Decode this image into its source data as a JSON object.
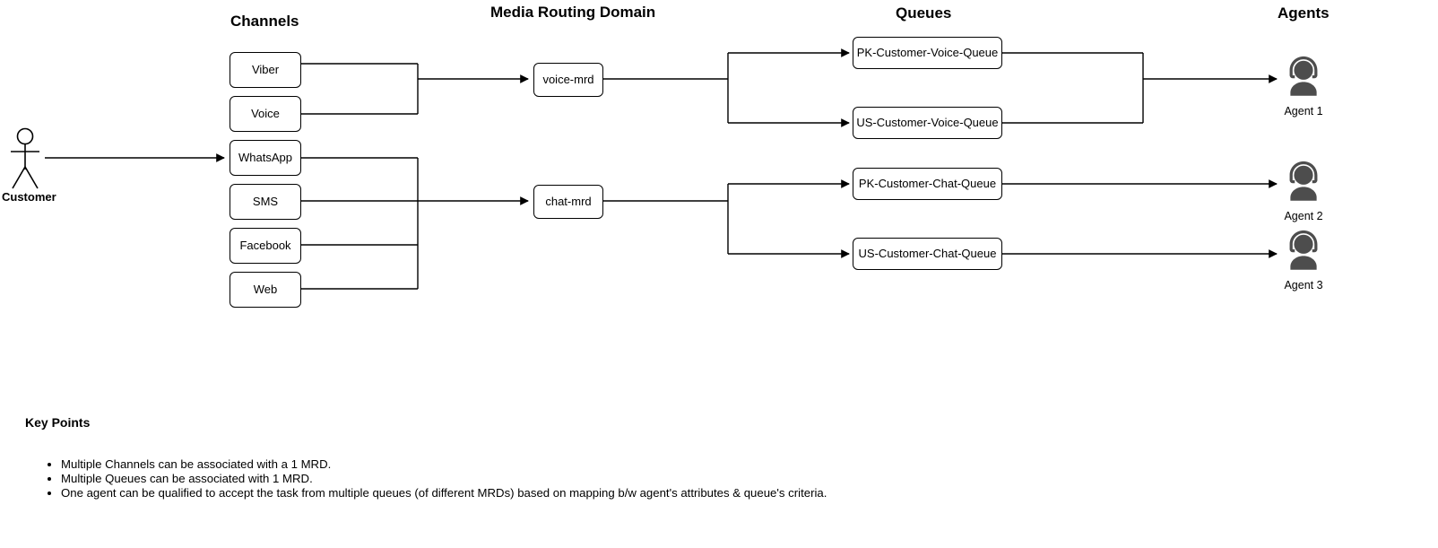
{
  "columns": [
    {
      "key": "channels",
      "title": "Channels"
    },
    {
      "key": "mrd",
      "title": "Media Routing Domain"
    },
    {
      "key": "queues",
      "title": "Queues"
    },
    {
      "key": "agents",
      "title": "Agents"
    }
  ],
  "actor": {
    "label": "Customer",
    "icon": "stick-figure-icon"
  },
  "channels": [
    {
      "label": "Viber"
    },
    {
      "label": "Voice"
    },
    {
      "label": "WhatsApp"
    },
    {
      "label": "SMS"
    },
    {
      "label": "Facebook"
    },
    {
      "label": "Web"
    }
  ],
  "mrds": [
    {
      "label": "voice-mrd"
    },
    {
      "label": "chat-mrd"
    }
  ],
  "queues": [
    {
      "label": "PK-Customer-Voice-Queue"
    },
    {
      "label": "US-Customer-Voice-Queue"
    },
    {
      "label": "PK-Customer-Chat-Queue"
    },
    {
      "label": "US-Customer-Chat-Queue"
    }
  ],
  "agents": [
    {
      "label": "Agent 1",
      "icon": "agent-headset-icon"
    },
    {
      "label": "Agent 2",
      "icon": "agent-headset-icon"
    },
    {
      "label": "Agent 3",
      "icon": "agent-headset-icon"
    }
  ],
  "key_points": {
    "title": "Key Points",
    "items": [
      "Multiple Channels can be associated with a 1 MRD.",
      "Multiple Queues can be associated with 1 MRD.",
      "One agent can be qualified to accept the task from multiple queues (of different MRDs) based on mapping b/w agent's attributes & queue's criteria."
    ]
  },
  "colors": {
    "stroke": "#000000",
    "background": "#ffffff",
    "agent_icon": "#4d4d4d",
    "text": "#000000"
  }
}
